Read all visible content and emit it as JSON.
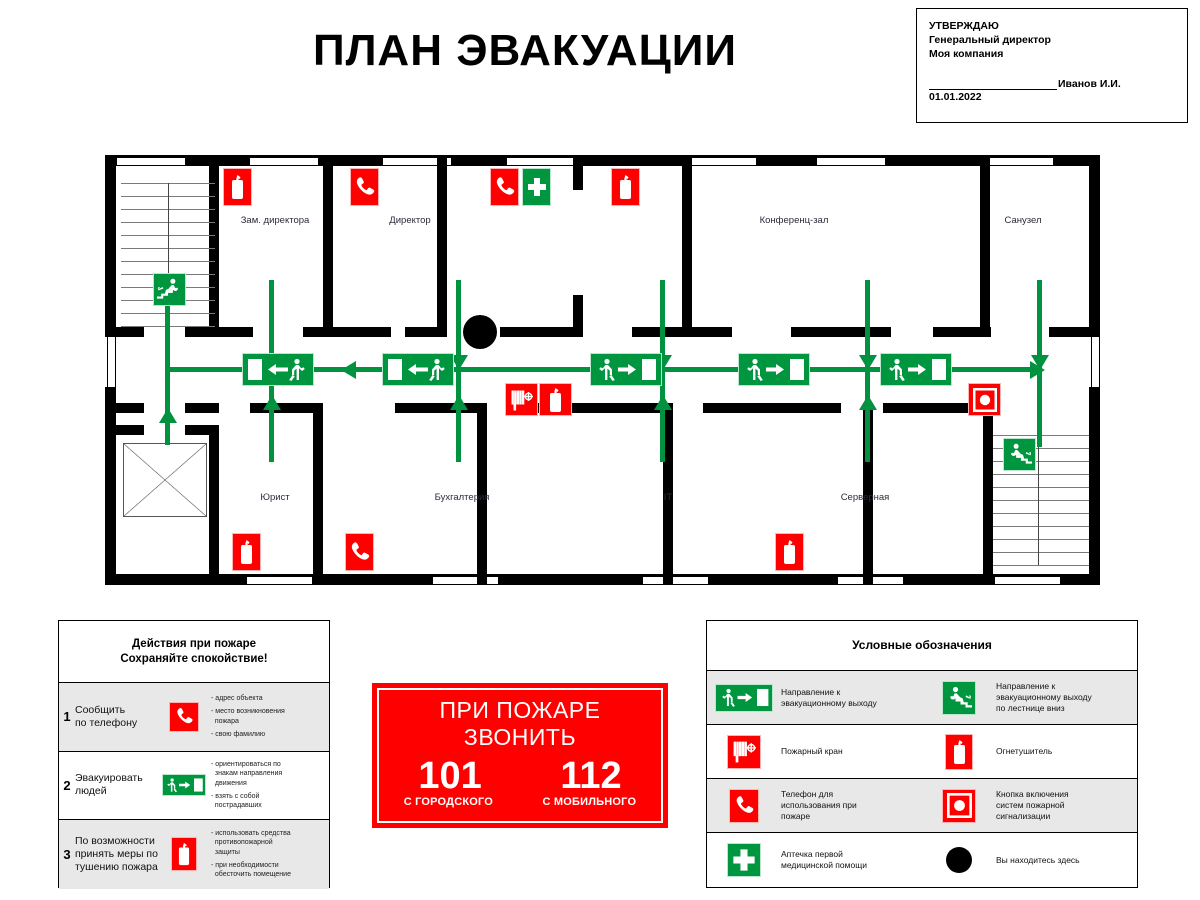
{
  "title": "ПЛАН ЭВАКУАЦИИ",
  "approval": {
    "line1": "УТВЕРЖДАЮ",
    "line2": "Генеральный директор",
    "line3": "Моя компания",
    "signer": "Иванов И.И.",
    "date": "01.01.2022"
  },
  "plan": {
    "rooms": [
      {
        "label": "Зам. директора"
      },
      {
        "label": "Директор"
      },
      {
        "label": "Конференц-зал"
      },
      {
        "label": "Санузел"
      },
      {
        "label": "Юрист"
      },
      {
        "label": "Бухгалтерия"
      },
      {
        "label": "IT"
      },
      {
        "label": "Серверная"
      }
    ],
    "icons": {
      "extinguisher": "fire-extinguisher-icon",
      "phone": "emergency-phone-icon",
      "firstaid": "first-aid-kit-icon",
      "hydrant": "fire-hose-icon",
      "alarm": "fire-alarm-button-icon",
      "exit_left": "exit-left-icon",
      "exit_right": "exit-right-icon",
      "stairs_down_left": "stairs-down-left-icon",
      "stairs_down_right": "stairs-down-right-icon",
      "you_are_here": "you-are-here-dot"
    }
  },
  "actions": {
    "title_line1": "Действия при пожаре",
    "title_line2": "Сохраняйте спокойствие!",
    "rows": [
      {
        "num": "1",
        "action": "Сообщить\nпо телефону",
        "icon": "emergency-phone-icon",
        "details": [
          "- адрес объекта",
          "- место возникновения\n  пожара",
          "- свою фамилию"
        ]
      },
      {
        "num": "2",
        "action": "Эвакуировать\nлюдей",
        "icon": "exit-right-icon",
        "details": [
          "- ориентироваться по\n  знакам направления\n  движения",
          "- взять с собой\n  пострадавших"
        ]
      },
      {
        "num": "3",
        "action": "По возможности\nпринять меры по\nтушению пожара",
        "icon": "fire-extinguisher-icon",
        "details": [
          "- использовать средства\n  противопожарной\n  защиты",
          "- при необходимости\n  обесточить помещение"
        ]
      }
    ]
  },
  "callsign": {
    "line1": "ПРИ ПОЖАРЕ",
    "line2": "ЗВОНИТЬ",
    "number1": "101",
    "number2": "112",
    "sub1": "С ГОРОДСКОГО",
    "sub2": "С МОБИЛЬНОГО"
  },
  "legend": {
    "title": "Условные обозначения",
    "rows": [
      [
        {
          "icon": "exit-right-icon",
          "text": "Направление к\nэвакуационному выходу"
        },
        {
          "icon": "stairs-down-right-icon",
          "text": "Направление к\nэвакуационному выходу\nпо лестнице вниз"
        }
      ],
      [
        {
          "icon": "fire-hose-icon",
          "text": "Пожарный кран"
        },
        {
          "icon": "fire-extinguisher-icon",
          "text": "Огнетушитель"
        }
      ],
      [
        {
          "icon": "emergency-phone-icon",
          "text": "Телефон для\nиспользования при\nпожаре"
        },
        {
          "icon": "fire-alarm-button-icon",
          "text": "Кнопка включения\nсистем пожарной\nсигнализации"
        }
      ],
      [
        {
          "icon": "first-aid-kit-icon",
          "text": "Аптечка первой\nмедицинской помощи"
        },
        {
          "icon": "you-are-here-dot",
          "text": "Вы находитесь здесь"
        }
      ]
    ]
  },
  "colors": {
    "green": "#009640",
    "red": "#fe0000",
    "route": "#00923f",
    "wall": "#000000",
    "shade": "#e8e8e8"
  }
}
